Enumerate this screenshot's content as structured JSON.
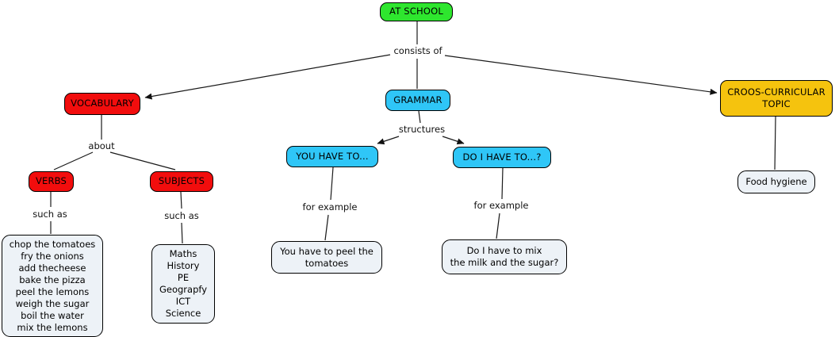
{
  "diagram": {
    "title": "AT SCHOOL concept map",
    "root": {
      "label": "AT SCHOOL"
    },
    "nodes": {
      "vocabulary": "VOCABULARY",
      "grammar": "GRAMMAR",
      "croos_curricular_topic": "CROOS-CURRICULAR\nTOPIC",
      "verbs": "VERBS",
      "subjects": "SUBJECTS",
      "you_have_to": "YOU HAVE TO...",
      "do_i_have_to": "DO I HAVE TO...?",
      "verbs_examples": "chop the tomatoes\nfry the onions\nadd thecheese\nbake the pizza\npeel the lemons\nweigh the sugar\nboil the water\nmix the lemons",
      "subjects_examples": "Maths\nHistory\nPE\nGeograpfy\nICT\nScience",
      "you_have_to_example": "You have to peel the\ntomatoes",
      "do_i_have_to_example": "Do I have to mix\nthe milk and the sugar?",
      "food_hygiene": "Food hygiene"
    },
    "links": {
      "consists_of": "consists of",
      "about": "about",
      "such_as_verbs": "such as",
      "such_as_subjects": "such as",
      "structures": "structures",
      "for_example_left": "for example",
      "for_example_right": "for example"
    },
    "colors": {
      "root_green": "#2ee62e",
      "category_red": "#f20d0d",
      "grammar_blue": "#2fc6f7",
      "topic_yellow": "#f5c30e",
      "example_fill": "#edf2f7",
      "line": "#1a1a1a"
    }
  }
}
